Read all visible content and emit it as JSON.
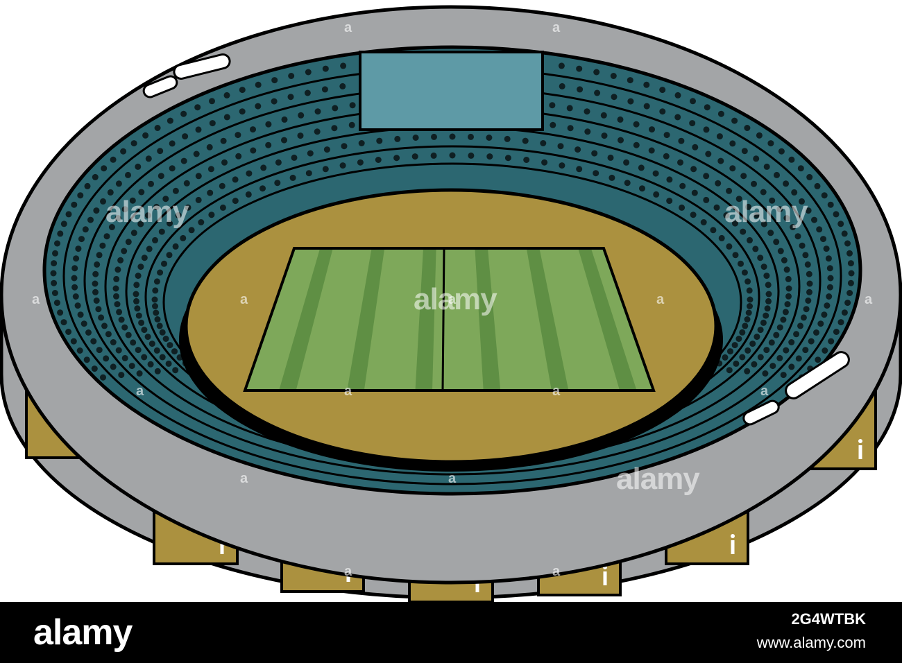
{
  "illustration": {
    "subject": "stadium",
    "colors": {
      "outline": "#000000",
      "rim": "#a3a5a7",
      "rim_highlight": "#ffffff",
      "seating": "#2c6771",
      "seat_dots": "#0f1f22",
      "scoreboard": "#5e9aa6",
      "track": "#ab913f",
      "pitch_light": "#7ea85a",
      "pitch_dark": "#5f8f44",
      "panel": "#ab913f",
      "panel_mark": "#ffffff"
    }
  },
  "watermark": {
    "text": "alamy",
    "small_mark": "a"
  },
  "footer": {
    "logo": "alamy",
    "image_id": "2G4WTBK",
    "url": "www.alamy.com"
  }
}
